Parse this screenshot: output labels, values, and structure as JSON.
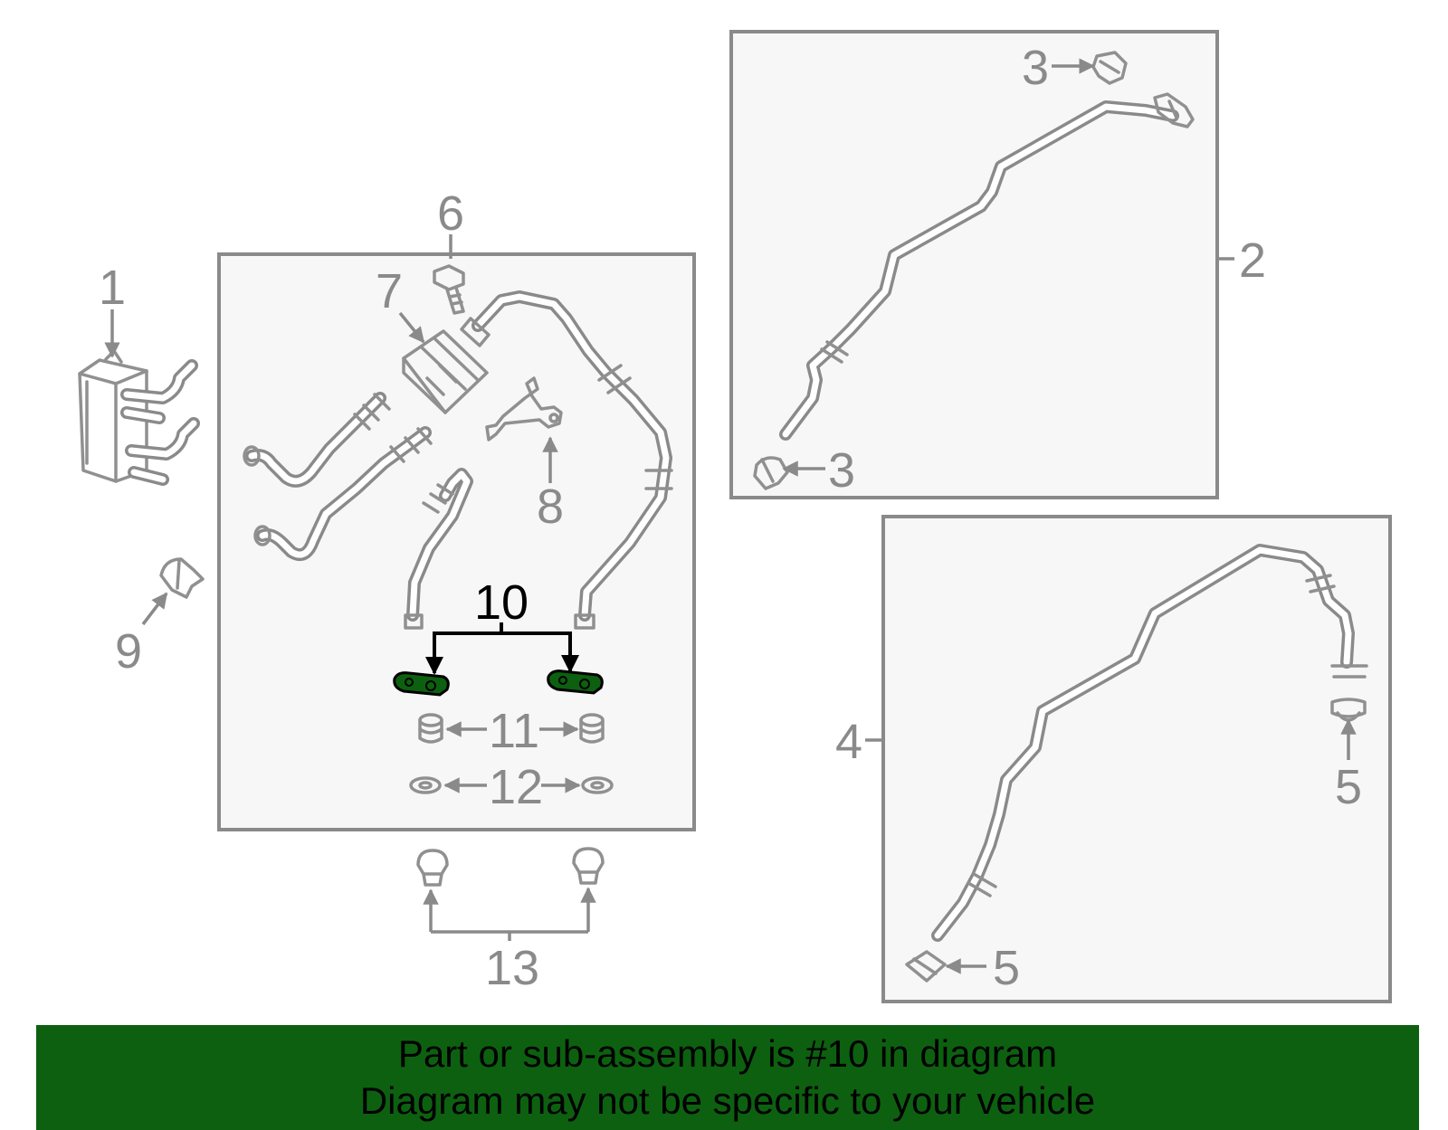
{
  "callouts": {
    "c1": "1",
    "c2": "2",
    "c3a": "3",
    "c3b": "3",
    "c4": "4",
    "c5a": "5",
    "c5b": "5",
    "c6": "6",
    "c7": "7",
    "c8": "8",
    "c9": "9",
    "c10": "10",
    "c11": "11",
    "c12": "12",
    "c13": "13"
  },
  "banner": {
    "line1": "Part or sub-assembly is #10 in diagram",
    "line2": "Diagram may not be specific to your vehicle"
  },
  "colors": {
    "banner_bg": "#0d6010",
    "highlight_part": "#0d6010",
    "line_gray": "#8a8a8a",
    "panel_fill": "#f7f7f7"
  }
}
